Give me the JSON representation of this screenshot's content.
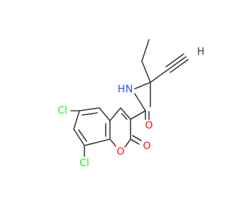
{
  "colors": {
    "carbon": "#3a3a3a",
    "nitrogen": "#3050f8",
    "oxygen": "#ff0d0d",
    "chlorine": "#1ff01f"
  },
  "atoms": {
    "cl_top": "Cl",
    "cl_bottom": "Cl",
    "nitrogen": "N",
    "nitrogen_h": "H",
    "amide_oxygen": "O",
    "ring_oxygen": "O",
    "lactone_oxygen": "O",
    "alkyne_h": "H"
  }
}
